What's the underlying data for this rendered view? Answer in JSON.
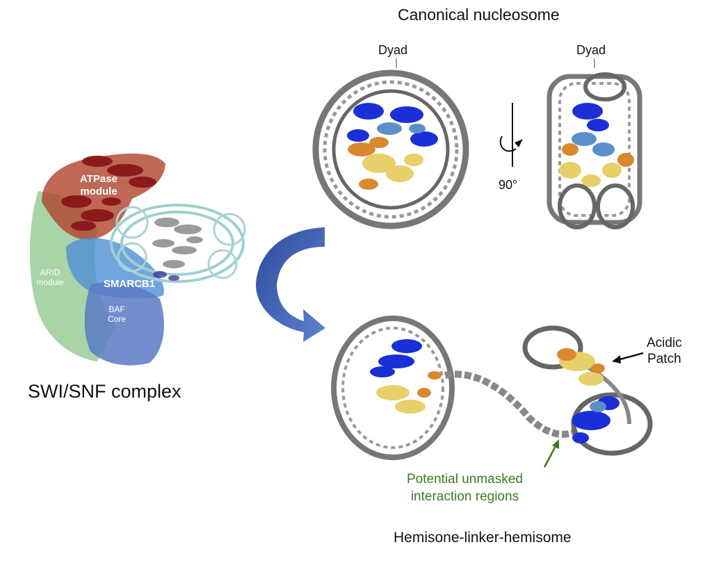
{
  "title_top": "Canonical nucleosome",
  "dyad_label_left": "Dyad",
  "dyad_label_right": "Dyad",
  "rotation_label": "90°",
  "complex": {
    "title": "SWI/SNF complex",
    "modules": {
      "atpase_line1": "ATPase",
      "atpase_line2": "module",
      "arid_line1": "ARID",
      "arid_line2": "module",
      "smarcb1": "SMARCB1",
      "baf_line1": "BAF",
      "baf_line2": "Core"
    }
  },
  "acidic_patch": {
    "line1": "Acidic",
    "line2": "Patch"
  },
  "potential": {
    "line1": "Potential unmasked",
    "line2": "interaction regions"
  },
  "bottom_title": "Hemisone-linker-hemisome",
  "colors": {
    "dna": "#6e6e6e",
    "histone_blue": "#1a2fd6",
    "histone_lightblue": "#5a8fc9",
    "histone_orange": "#d9882e",
    "histone_yellow": "#e8cf6a",
    "atpase": "#b0472f",
    "arid": "#8cc58a",
    "smarcb1": "#4d8fd6",
    "baf": "#5a79c4",
    "curved_arrow": "#3552a8",
    "annotation_green": "#3c7a22"
  }
}
